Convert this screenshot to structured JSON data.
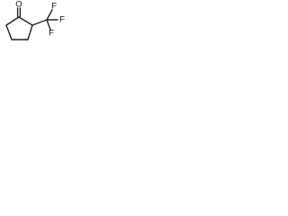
{
  "molecule": {
    "atoms": {
      "oxygen": "O",
      "fluorine_top": "F",
      "fluorine_right": "F",
      "fluorine_bottom": "F"
    },
    "colors": {
      "bond": "#222222",
      "label": "#111111",
      "background": "#ffffff"
    }
  }
}
